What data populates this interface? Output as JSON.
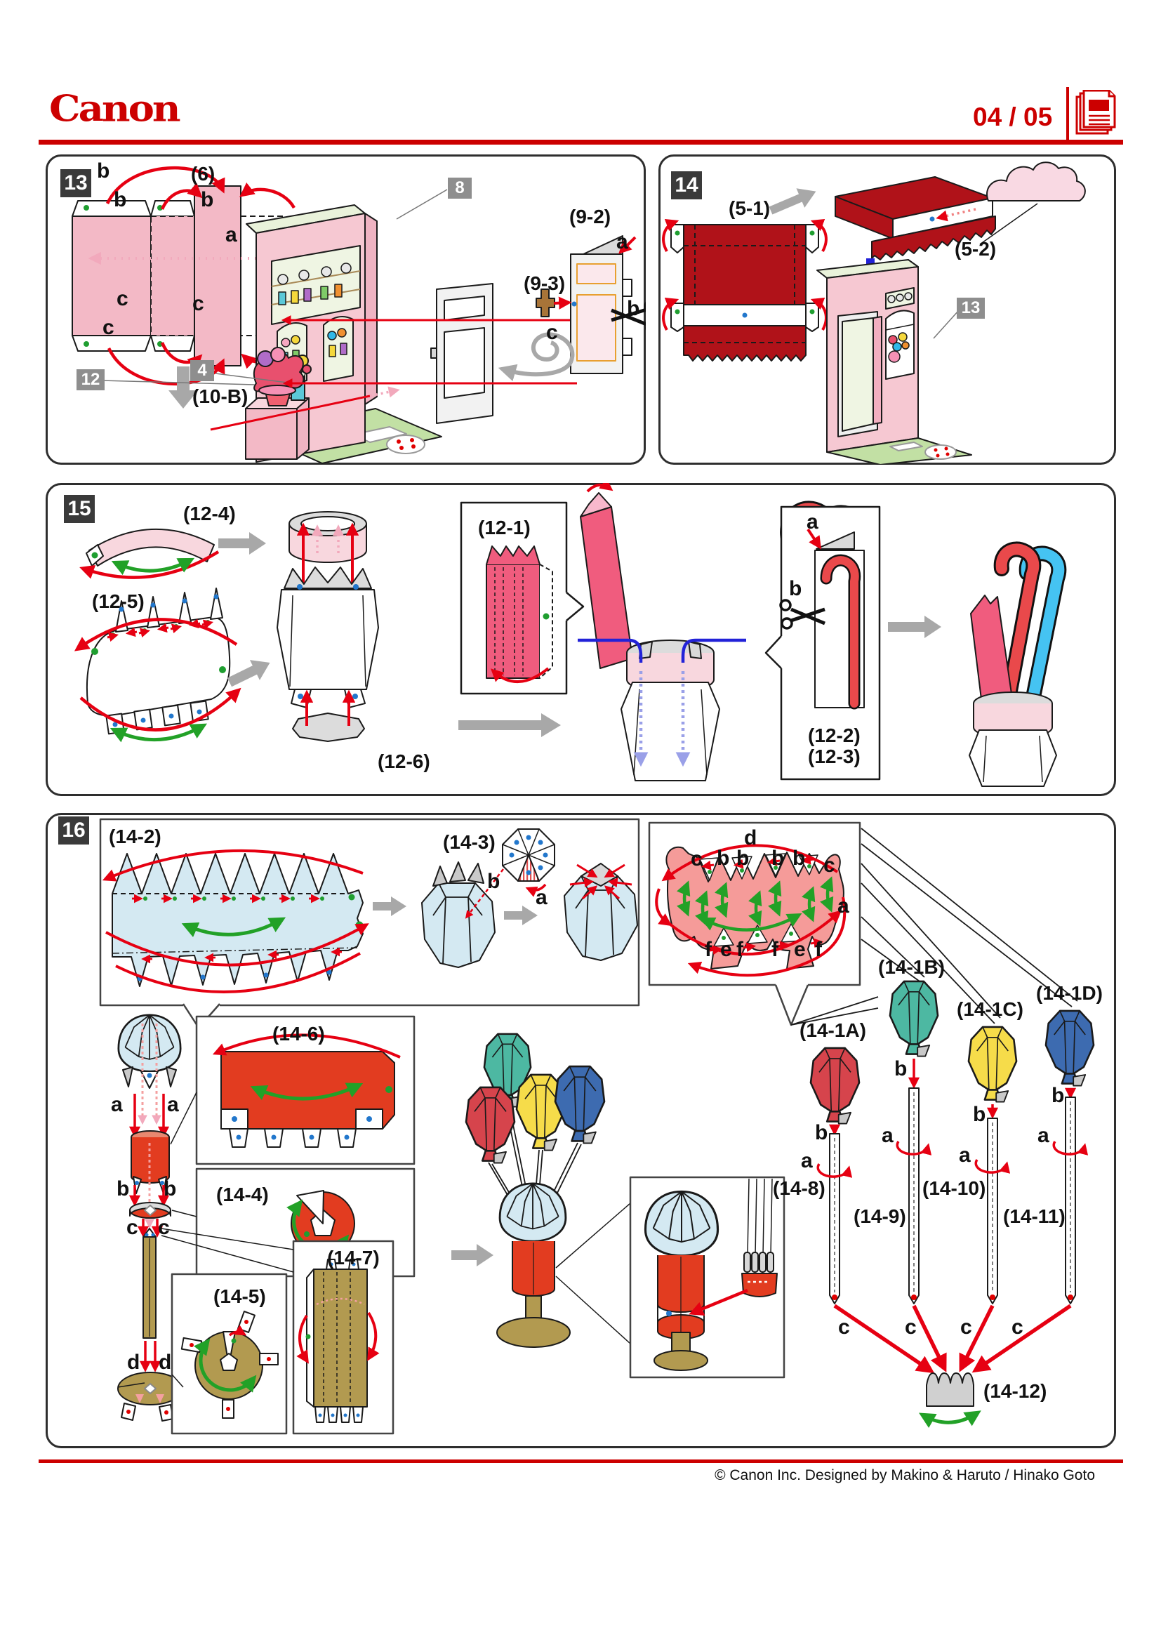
{
  "header": {
    "logo": "Canon",
    "page_indicator": "04 / 05",
    "pages_icon": "document-stack-icon"
  },
  "footer": {
    "copyright": "© Canon Inc. Designed by Makino & Haruto / Hinako Goto"
  },
  "colors": {
    "brand_red": "#CC0000",
    "arrow_red": "#E60012",
    "dark_red": "#B01219",
    "pink_building": "#F6C8D2",
    "pink_net": "#F3B9C6",
    "pink_pale": "#F8D7DE",
    "rose": "#F05C7E",
    "salmon": "#F59B99",
    "orange_red": "#E23C20",
    "gold": "#B29A50",
    "balloon_red": "#D6444C",
    "balloon_teal": "#4DB8A2",
    "balloon_yellow": "#F6DC4A",
    "balloon_blue": "#3D6BB0",
    "balloon_lightblue": "#D4E9F2",
    "green_arrow": "#22A127",
    "gray_arrow": "#A8A8A8",
    "blue_arrow": "#2222D8",
    "floor_green": "#C2E0A4",
    "badge_dark": "#3A3A3A",
    "badge_gray": "#8E8E8E",
    "cane_red": "#E9494B",
    "cane_blue": "#45C3F2"
  },
  "steps": {
    "s13": "13",
    "s14": "14",
    "s15": "15",
    "s16": "16"
  },
  "badges": {
    "b8": "8",
    "b12": "12",
    "b4": "4",
    "b13": "13"
  },
  "letters": {
    "a": "a",
    "b": "b",
    "c": "c",
    "d": "d",
    "e": "e",
    "f": "f"
  },
  "parts": {
    "p6": "(6)",
    "p10b": "(10-B)",
    "p92": "(9-2)",
    "p93": "(9-3)",
    "p51": "(5-1)",
    "p52": "(5-2)",
    "p121": "(12-1)",
    "p122": "(12-2)",
    "p123": "(12-3)",
    "p124": "(12-4)",
    "p125": "(12-5)",
    "p126": "(12-6)",
    "p141a": "(14-1A)",
    "p141b": "(14-1B)",
    "p141c": "(14-1C)",
    "p141d": "(14-1D)",
    "p142": "(14-2)",
    "p143": "(14-3)",
    "p144": "(14-4)",
    "p145": "(14-5)",
    "p146": "(14-6)",
    "p147": "(14-7)",
    "p148": "(14-8)",
    "p149": "(14-9)",
    "p1410": "(14-10)",
    "p1411": "(14-11)",
    "p1412": "(14-12)"
  }
}
